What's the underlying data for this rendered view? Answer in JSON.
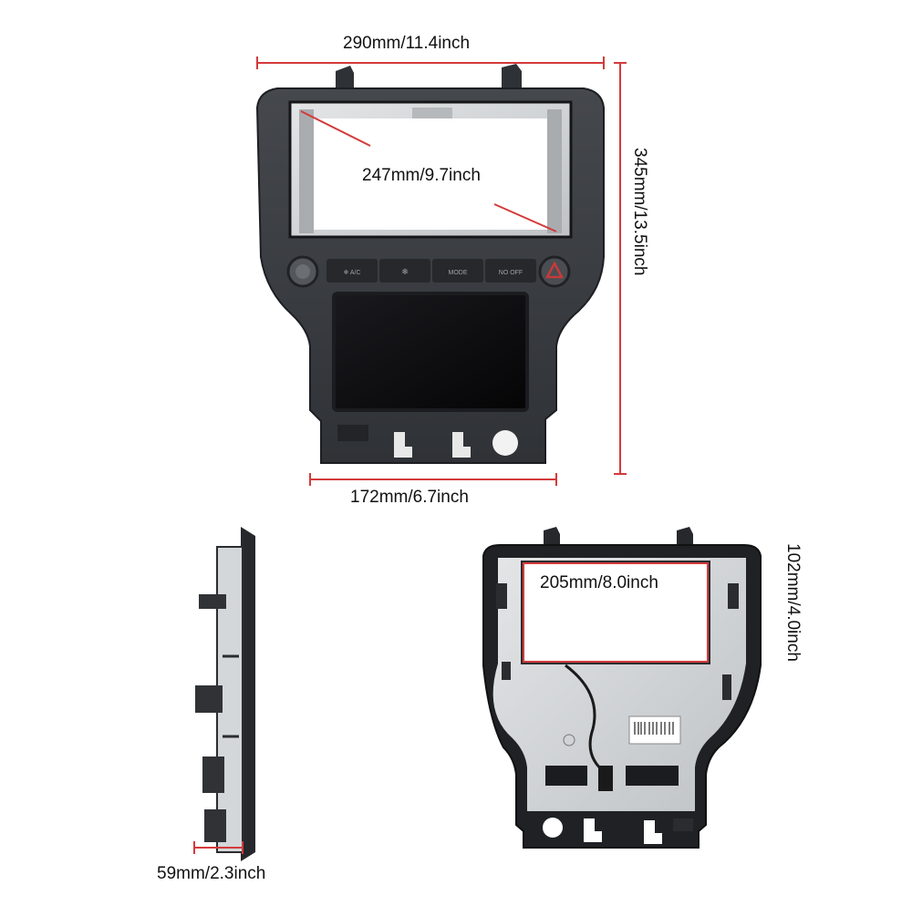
{
  "dimensions": {
    "top_width": "290mm/11.4inch",
    "screen_diagonal": "247mm/9.7inch",
    "height": "345mm/13.5inch",
    "bottom_width": "172mm/6.7inch",
    "depth": "59mm/2.3inch",
    "rear_opening_width": "205mm/8.0inch",
    "rear_opening_height": "102mm/4.0inch"
  },
  "buttons": {
    "b1": "❄ A/C",
    "b2": "❄",
    "b3": "MODE",
    "b4": "NO OFF"
  },
  "colors": {
    "dimension_line": "#d43a3a",
    "bezel": "#3a3d42",
    "bezel_dark": "#1e2024",
    "metal": "#cfd2d4",
    "screen": "#0a0a0c"
  }
}
